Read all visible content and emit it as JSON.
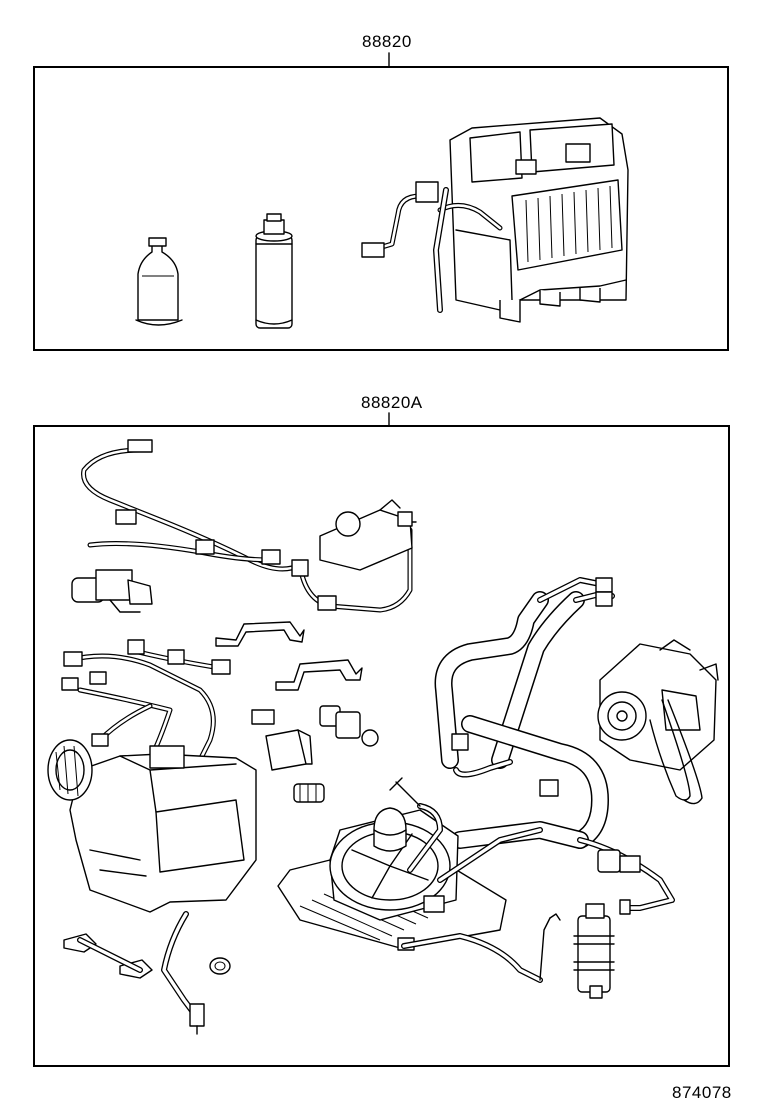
{
  "top_group": {
    "part_number": "88820"
  },
  "bottom_group": {
    "part_number": "88820A"
  },
  "illustration_code": "874078"
}
